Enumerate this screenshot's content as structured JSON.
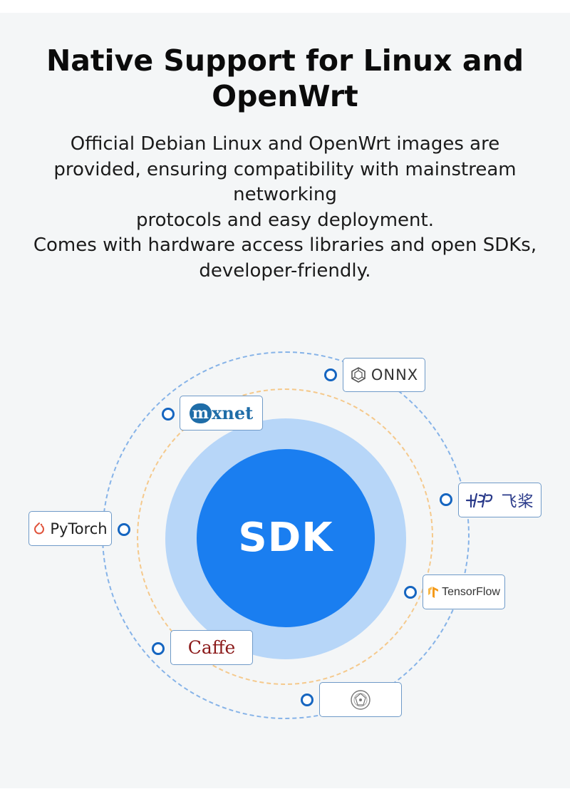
{
  "title": "Native Support for Linux and OpenWrt",
  "description": {
    "line1": "Official Debian Linux and OpenWrt images are",
    "line2": "provided, ensuring compatibility with mainstream",
    "line3": "networking",
    "line4": "protocols and easy deployment.",
    "line5": "Comes with hardware access libraries and open SDKs,",
    "line6": "developer-friendly."
  },
  "diagram": {
    "center_label": "SDK",
    "frameworks": {
      "onnx": {
        "label": "ONNX",
        "icon": "onnx-logo-icon"
      },
      "mxnet": {
        "prefix": "m",
        "suffix": "xnet",
        "icon": "mxnet-logo-icon"
      },
      "paddle": {
        "label": "飞桨",
        "icon": "paddlepaddle-logo-icon"
      },
      "pytorch": {
        "label": "PyTorch",
        "icon": "pytorch-flame-icon"
      },
      "tensorflow": {
        "label": "TensorFlow",
        "icon": "tensorflow-logo-icon"
      },
      "caffe": {
        "label": "Caffe"
      },
      "seventh": {
        "icon": "circular-emblem-icon"
      }
    },
    "colors": {
      "core": "#1a7ef0",
      "halo": "#b7d6f8",
      "outer_ring": "#86b3e8",
      "inner_ring": "#f5c98c",
      "connector_dot": "#1565c0"
    }
  }
}
